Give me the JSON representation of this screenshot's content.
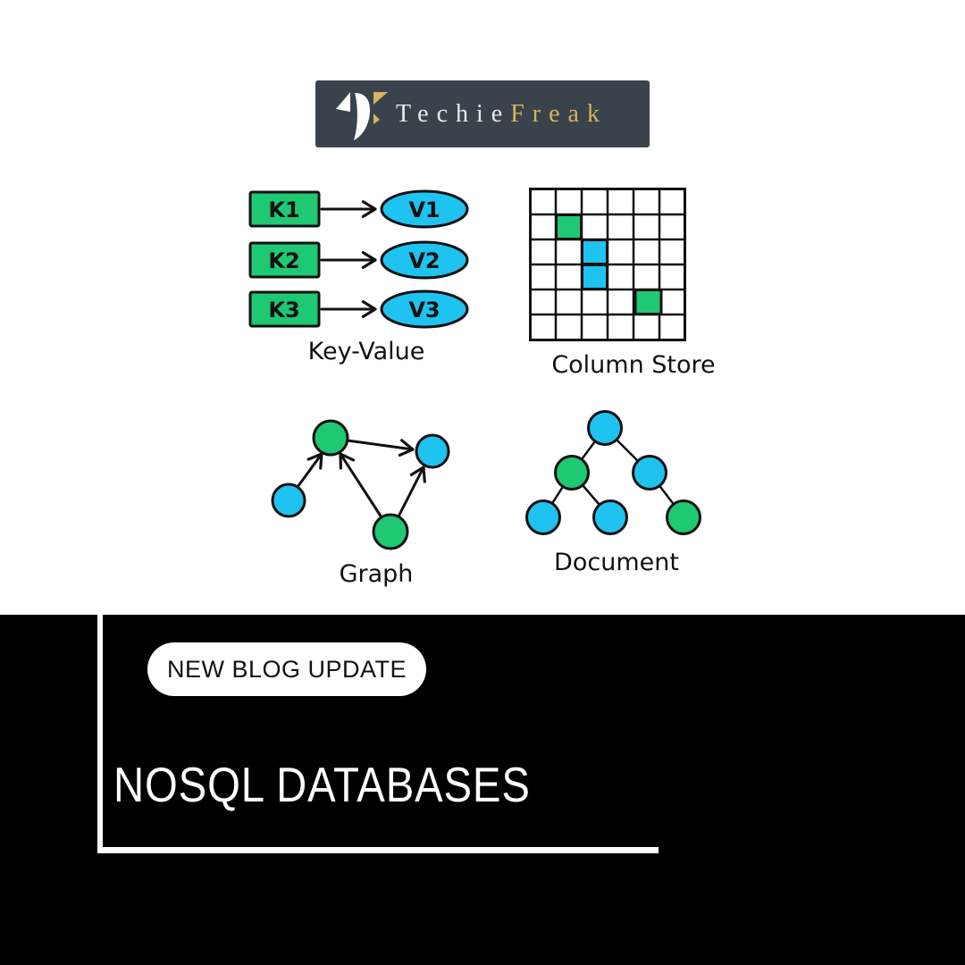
{
  "brand": {
    "first": "Techie",
    "second": "Freak",
    "banner_bg": "#3a434b",
    "first_color": "#e8ebeb",
    "gold": "#d7b55c"
  },
  "colors": {
    "green": "#1fc873",
    "cyan": "#1ec3ef",
    "outline": "#111111",
    "white": "#ffffff",
    "section_bg": "#000000"
  },
  "diagrams": {
    "key_value": {
      "label": "Key-Value",
      "pairs": [
        {
          "key": "K1",
          "value": "V1"
        },
        {
          "key": "K2",
          "value": "V2"
        },
        {
          "key": "K3",
          "value": "V3"
        }
      ]
    },
    "column_store": {
      "label": "Column Store",
      "rows": 6,
      "cols": 6,
      "colored_cells": [
        {
          "row": 1,
          "col": 1,
          "color": "green"
        },
        {
          "row": 2,
          "col": 2,
          "color": "cyan"
        },
        {
          "row": 3,
          "col": 2,
          "color": "cyan"
        },
        {
          "row": 4,
          "col": 4,
          "color": "green"
        }
      ]
    },
    "graph": {
      "label": "Graph",
      "nodes": [
        {
          "id": "top",
          "color": "green"
        },
        {
          "id": "right",
          "color": "cyan"
        },
        {
          "id": "bottom-left",
          "color": "cyan"
        },
        {
          "id": "bottom",
          "color": "green"
        }
      ],
      "edges": [
        {
          "from": "bottom-left",
          "to": "top"
        },
        {
          "from": "bottom",
          "to": "top"
        },
        {
          "from": "top",
          "to": "right"
        },
        {
          "from": "bottom",
          "to": "right"
        }
      ]
    },
    "document": {
      "label": "Document",
      "nodes": [
        {
          "id": "root",
          "level": 1,
          "color": "cyan"
        },
        {
          "id": "child-left",
          "level": 2,
          "color": "green"
        },
        {
          "id": "child-right",
          "level": 2,
          "color": "cyan"
        },
        {
          "id": "leaf-1",
          "level": 3,
          "color": "cyan"
        },
        {
          "id": "leaf-2",
          "level": 3,
          "color": "cyan"
        },
        {
          "id": "leaf-3",
          "level": 3,
          "color": "green"
        }
      ]
    }
  },
  "announcement": {
    "badge": "NEW BLOG UPDATE",
    "title": "NOSQL DATABASES"
  }
}
